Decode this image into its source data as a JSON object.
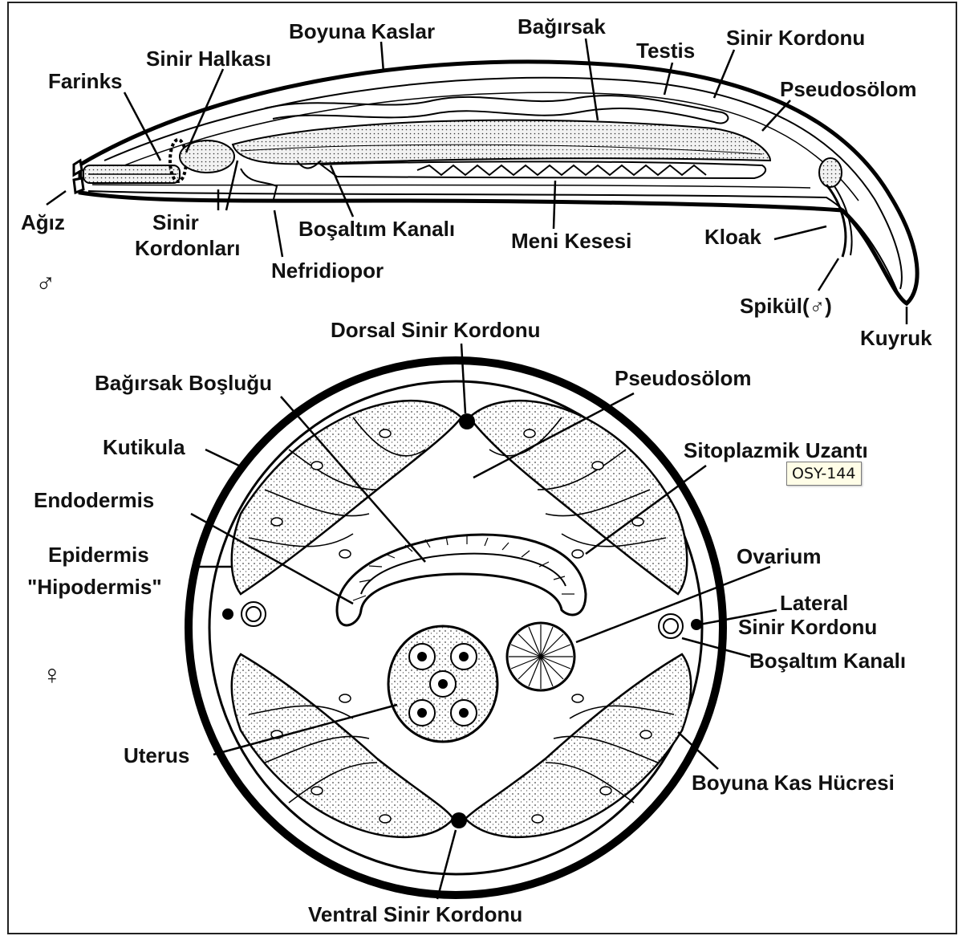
{
  "male_symbol": "♂",
  "female_symbol": "♀",
  "male_labels": {
    "boyuna_kaslar": "Boyuna Kaslar",
    "bagirsak": "Bağırsak",
    "testis": "Testis",
    "sinir_kordonu": "Sinir Kordonu",
    "sinir_halkasi": "Sinir Halkası",
    "farinks": "Farinks",
    "pseudosolom": "Pseudosölom",
    "agiz": "Ağız",
    "sinir_kordonlari_1": "Sinir",
    "sinir_kordonlari_2": "Kordonları",
    "bosaltim_kanali": "Boşaltım Kanalı",
    "meni_kesesi": "Meni Kesesi",
    "kloak": "Kloak",
    "nefridiopor": "Nefridiopor",
    "spikul": "Spikül",
    "spikul_symbol": "(♂)",
    "kuyruk": "Kuyruk"
  },
  "female_labels": {
    "dorsal_sinir_kordonu": "Dorsal Sinir Kordonu",
    "bagirsak_boslugu": "Bağırsak Boşluğu",
    "pseudosolom": "Pseudosölom",
    "kutikula": "Kutikula",
    "sitoplazmik_uzanti": "Sitoplazmik Uzantı",
    "endodermis": "Endodermis",
    "epidermis": "Epidermis",
    "hipodermis": "\"Hipodermis\"",
    "ovarium": "Ovarium",
    "lateral_1": "Lateral",
    "lateral_2": "Sinir Kordonu",
    "bosaltim_kanali": "Boşaltım Kanalı",
    "uterus": "Uterus",
    "boyuna_kas_hucresi": "Boyuna Kas Hücresi",
    "ventral_sinir_kordonu": "Ventral Sinir Kordonu"
  },
  "tooltip": "OSY-144"
}
